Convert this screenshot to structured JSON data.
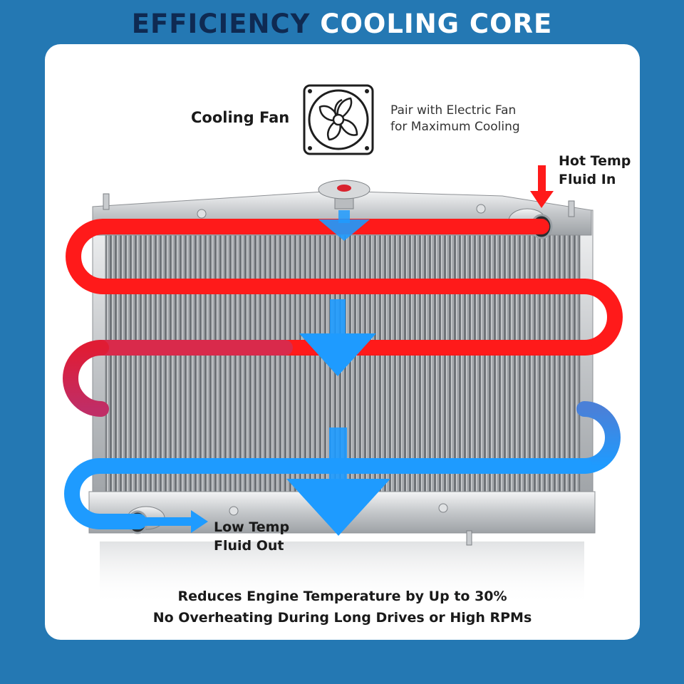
{
  "header": {
    "title_part1": "EFFICIENCY",
    "title_part2": "COOLING CORE"
  },
  "fan": {
    "label": "Cooling Fan",
    "note_line1": "Pair with Electric Fan",
    "note_line2": "for Maximum Cooling",
    "icon": "fan-icon"
  },
  "inlet": {
    "line1": "Hot Temp",
    "line2": "Fluid In"
  },
  "outlet": {
    "line1": "Low Temp",
    "line2": "Fluid Out"
  },
  "captions": {
    "line1": "Reduces Engine Temperature by Up to 30%",
    "line2": "No Overheating During Long Drives or High RPMs"
  },
  "colors": {
    "background": "#2478b3",
    "title_dark": "#0f2a52",
    "hot": "#ff1a1a",
    "cold": "#1e9bff",
    "airflow": "#1e9bff"
  }
}
